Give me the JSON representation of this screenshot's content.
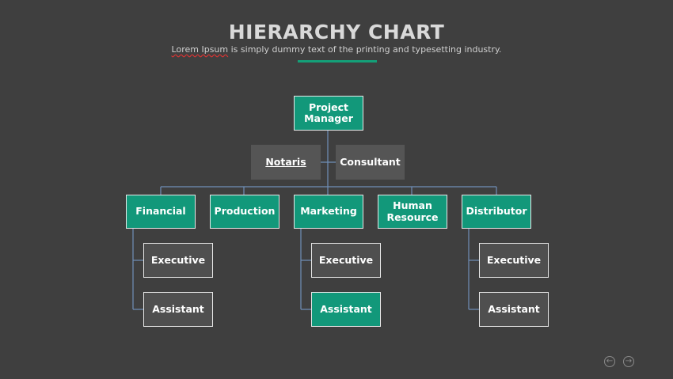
{
  "header": {
    "title": "HIERARCHY CHART",
    "subtitle_underlined": "Lorem Ipsum",
    "subtitle_rest": " is simply dummy text of the printing and typesetting industry."
  },
  "chart": {
    "root": "Project\nManager",
    "side_left": "Notaris",
    "side_right": "Consultant",
    "departments": [
      "Financial",
      "Production",
      "Marketing",
      "Human\nResource",
      "Distributor"
    ],
    "financial_sub": [
      "Executive",
      "Assistant"
    ],
    "marketing_sub": [
      "Executive",
      "Assistant"
    ],
    "distributor_sub": [
      "Executive",
      "Assistant"
    ]
  },
  "nav": {
    "prev_icon": "arrow-left-circle-icon",
    "next_icon": "arrow-right-circle-icon"
  },
  "colors": {
    "background": "#3f3f3f",
    "accent": "#12987a",
    "connector": "#6f8fb8"
  }
}
